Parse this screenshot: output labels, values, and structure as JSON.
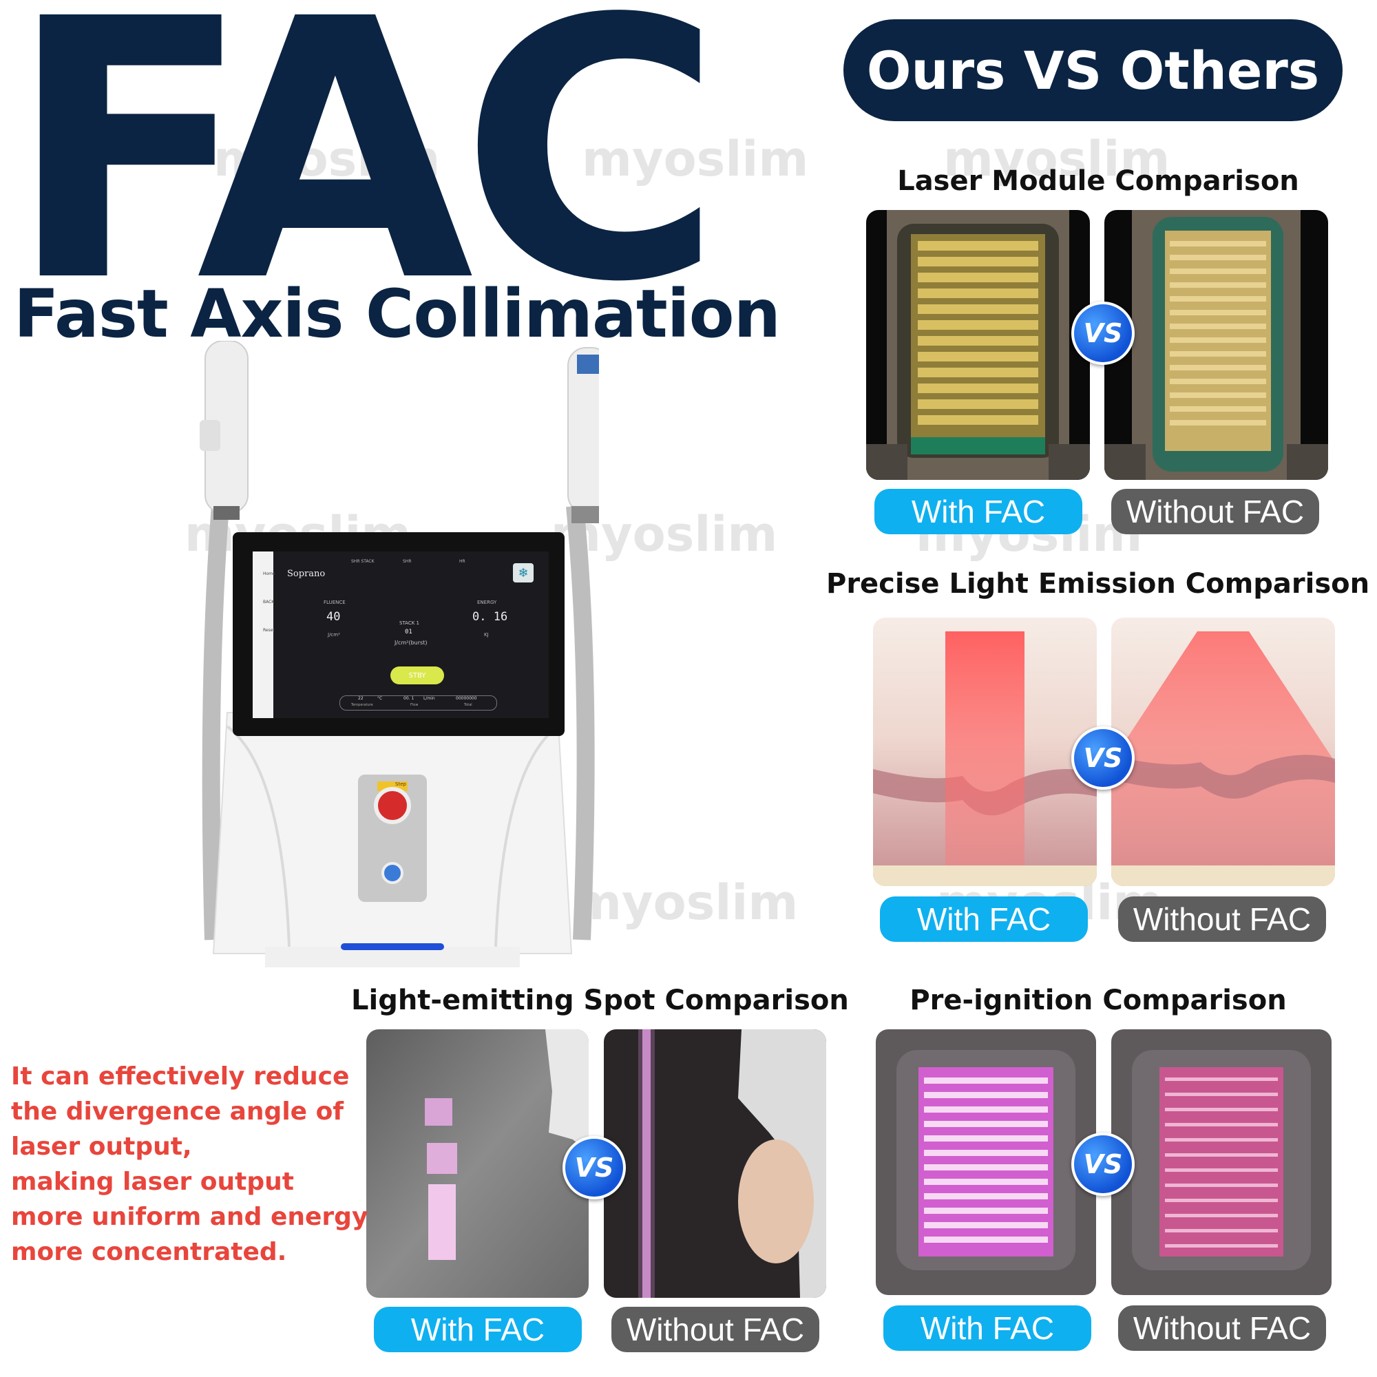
{
  "headline": "FAC",
  "subtitle": "Fast Axis Collimation",
  "comparison_header": "Ours VS Others",
  "vs_label": "VS",
  "with_label": "With FAC",
  "without_label": "Without FAC",
  "sections": {
    "laser_module": "Laser Module Comparison",
    "light_emission": "Precise Light Emission Comparison",
    "spot": "Light-emitting Spot Comparison",
    "pre_ignition": "Pre-ignition Comparison"
  },
  "description": [
    "It can effectively reduce",
    "the divergence angle of",
    "laser output,",
    "making laser output",
    "more uniform and energy",
    "more concentrated."
  ],
  "watermark": "myoslim",
  "device": {
    "brand": "Soprano",
    "tabs": [
      "SHR STACK",
      "SHR",
      "HR"
    ],
    "menu": [
      "Home",
      "BACK",
      "Reset"
    ],
    "fluence_label": "FLUENCE",
    "fluence_value": "40",
    "fluence_unit": "J/cm²",
    "stack_label": "STACK 1",
    "stack_value": "01",
    "stack_unit": "J/cm²(burst)",
    "energy_label": "ENERGY",
    "energy_value": "0. 16",
    "energy_unit": "KJ",
    "stby": "STBY",
    "temp_value": "22",
    "temp_unit": "°C",
    "temp_label": "Temperature",
    "flow_value": "00. 1",
    "flow_unit": "L/min",
    "flow_label": "Flow",
    "total_value": "00000000",
    "total_label": "Total",
    "step_label": "Step"
  },
  "colors": {
    "navy": "#0b2443",
    "with_blue": "#0fb0ef",
    "without_gray": "#5e5e5e",
    "desc_red": "#e8453c"
  }
}
